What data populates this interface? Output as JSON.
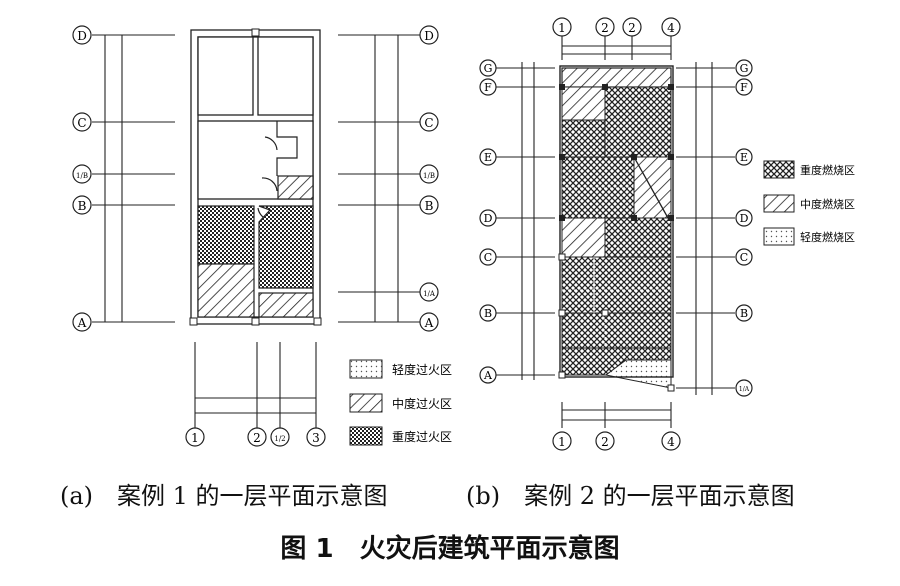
{
  "figure": {
    "title": "图 1　火灾后建筑平面示意图",
    "panels": [
      {
        "caption": "(a)　案例 1 的一层平面示意图"
      },
      {
        "caption": "(b)　案例 2 的一层平面示意图"
      }
    ]
  },
  "panel_a": {
    "axes_left": [
      "D",
      "C",
      "1/B",
      "B",
      "A"
    ],
    "axes_right": [
      "D",
      "C",
      "1/B",
      "B",
      "1/A",
      "A"
    ],
    "axes_bottom": [
      "1",
      "2",
      "1/2",
      "3"
    ],
    "legend": [
      "轻度过火区",
      "中度过火区",
      "重度过火区"
    ]
  },
  "panel_b": {
    "axes_left": [
      "G",
      "F",
      "E",
      "D",
      "C",
      "B",
      "A"
    ],
    "axes_right": [
      "G",
      "F",
      "E",
      "D",
      "C",
      "B",
      "1/A"
    ],
    "axes_top": [
      "1",
      "2",
      "2",
      "4"
    ],
    "axes_bottom": [
      "1",
      "2",
      "4"
    ],
    "legend": [
      "重度燃烧区",
      "中度燃烧区",
      "轻度燃烧区"
    ]
  },
  "colors": {
    "ink": "#222222",
    "dense": "#333333"
  }
}
